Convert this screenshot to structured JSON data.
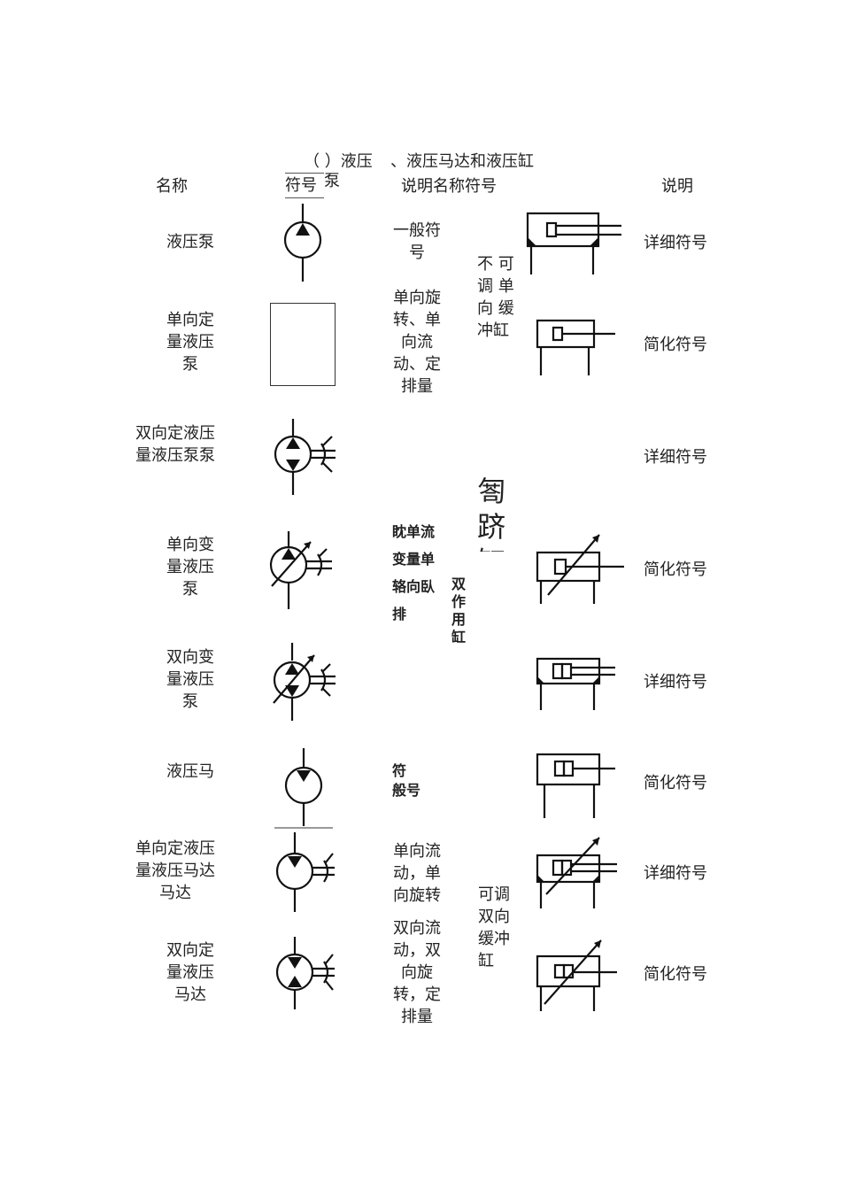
{
  "title_left": "（ ）液压",
  "title_right": "、液压马达和液压缸",
  "headers": {
    "name": "名称",
    "symbol": "符号",
    "symbol_extra": "泵",
    "middle": "说明名称符号",
    "desc": "说明"
  },
  "left_rows": [
    {
      "name": "液压泵",
      "note": "一般符\n号"
    },
    {
      "name": "单向定\n量液压\n泵",
      "note": "单向旋\n转、单\n向流\n动、定\n排量"
    },
    {
      "name": "双向定液压\n量液压泵泵",
      "note": ""
    },
    {
      "name": "单向变\n量液压\n泵",
      "note": "眈单流\n变量单\n辂向臥\n排"
    },
    {
      "name": "双向变\n量液压\n泵",
      "note": ""
    },
    {
      "name": "液压马",
      "note": "符\n般号"
    },
    {
      "name": "单向定液压\n量液压马达\n马达",
      "note": "单向流\n动，单\n向旋转"
    },
    {
      "name": "双向定\n量液压\n马达",
      "note": "双向流\n动，双\n向旋\n转，定\n排量"
    }
  ],
  "cylinder_groups": {
    "non_adjustable": "不 可\n调 单\n向 缓\n冲缸",
    "garbled": "匒\n跻\n缸",
    "double_acting": "双\n作\n用\n缸",
    "adjustable": "可调\n双向\n缓冲\n缸"
  },
  "right_descs": [
    "详细符号",
    "简化符号",
    "详细符号",
    "简化符号",
    "详细符号",
    "简化符号",
    "详细符号",
    "简化符号"
  ]
}
